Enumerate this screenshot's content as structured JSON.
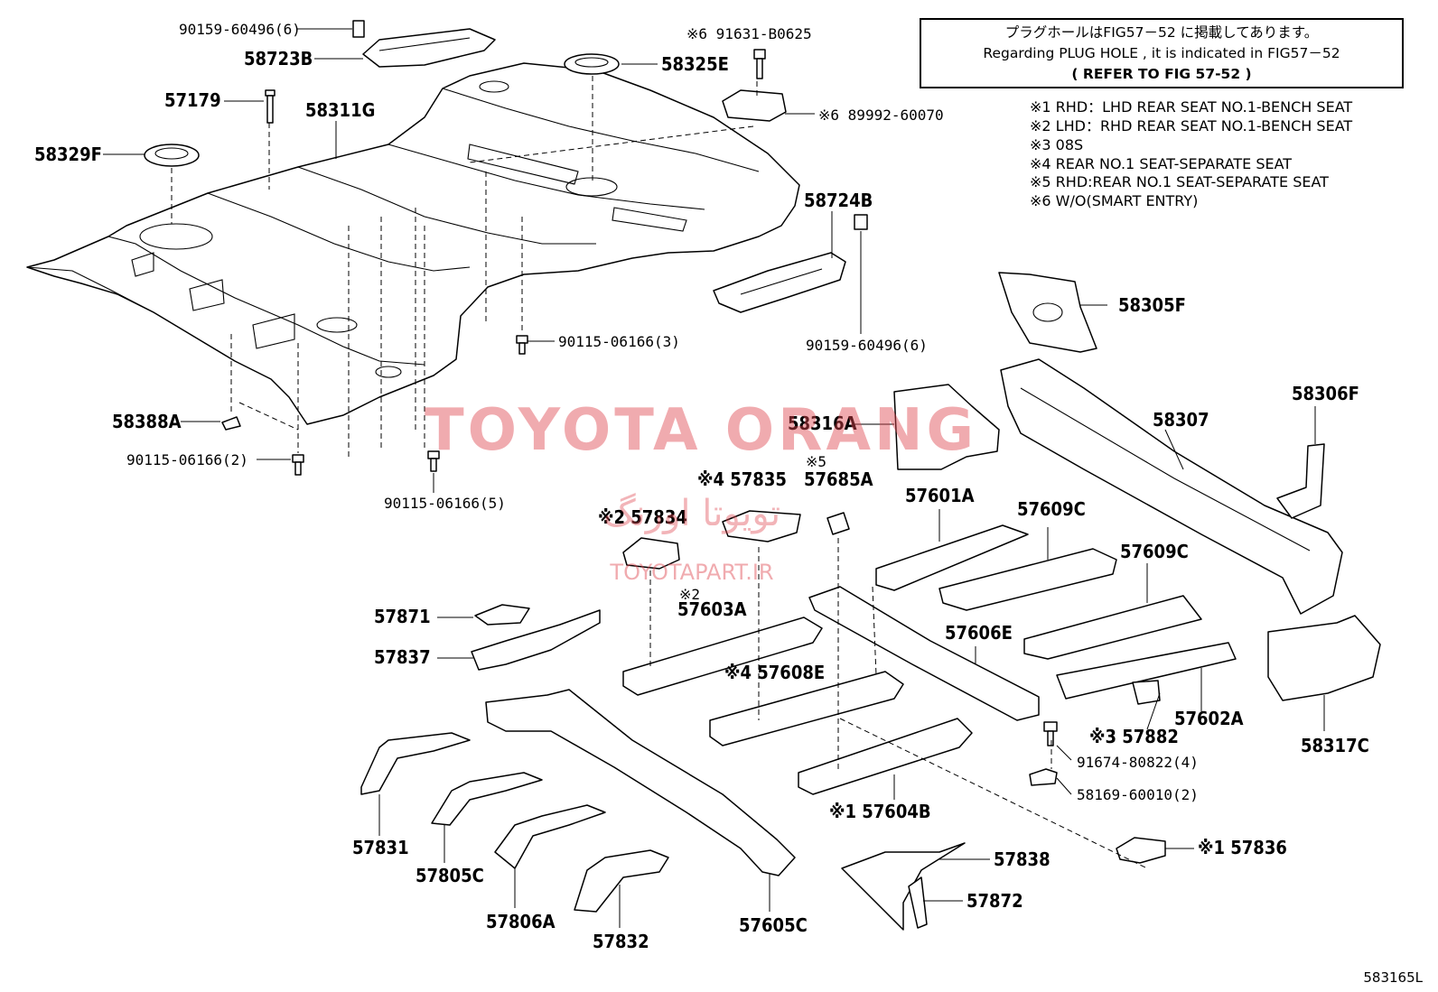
{
  "diagram": {
    "note": {
      "line1": "プラグホールはFIG57－52 に掲載してあります。",
      "line2": "Regarding PLUG HOLE , it is indicated in FIG57－52",
      "line3": "(   REFER TO FIG 57-52  )"
    },
    "legend": [
      "※1 RHD：LHD REAR SEAT NO.1-BENCH SEAT",
      "※2 LHD：RHD REAR SEAT NO.1-BENCH SEAT",
      "※3 08S",
      "※4 REAR NO.1 SEAT-SEPARATE SEAT",
      "※5 RHD:REAR NO.1 SEAT-SEPARATE SEAT",
      "※6  W/O(SMART ENTRY)"
    ],
    "watermark": {
      "brand": "TOYOTA ORANG",
      "brand_fa": "تویوتا اورنگ",
      "site": "TOYOTAPART.IR"
    },
    "figure_code": "583165L",
    "labels": {
      "p90159_top": "90159-60496(6)",
      "p58723B": "58723B",
      "p57179": "57179",
      "p58311G": "58311G",
      "p58329F": "58329F",
      "p58325E": "58325E",
      "p91631": "※6 91631-B0625",
      "p89992": "※6 89992-60070",
      "p58724B": "58724B",
      "p90159_right": "90159-60496(6)",
      "p90115_3": "90115-06166(3)",
      "p58388A": "58388A",
      "p90115_2": "90115-06166(2)",
      "p90115_5": "90115-06166(5)",
      "p58305F": "58305F",
      "p58306F": "58306F",
      "p58307": "58307",
      "p58316A": "58316A",
      "p57835": "※4 57835",
      "p57685A_mark": "※5",
      "p57685A": "57685A",
      "p57834": "※2 57834",
      "p57601A": "57601A",
      "p57609C_1": "57609C",
      "p57609C_2": "57609C",
      "p57603A_mark": "※2",
      "p57603A": "57603A",
      "p57871": "57871",
      "p57837": "57837",
      "p57606E": "57606E",
      "p57608E": "※4 57608E",
      "p58317C": "58317C",
      "p57882": "※3 57882",
      "p57602A": "57602A",
      "p91674": "91674-80822(4)",
      "p58169": "58169-60010(2)",
      "p57604B": "※1 57604B",
      "p57831": "57831",
      "p57805C": "57805C",
      "p57806A": "57806A",
      "p57832": "57832",
      "p57605C": "57605C",
      "p57838": "57838",
      "p57872": "57872",
      "p57836": "※1 57836"
    }
  }
}
